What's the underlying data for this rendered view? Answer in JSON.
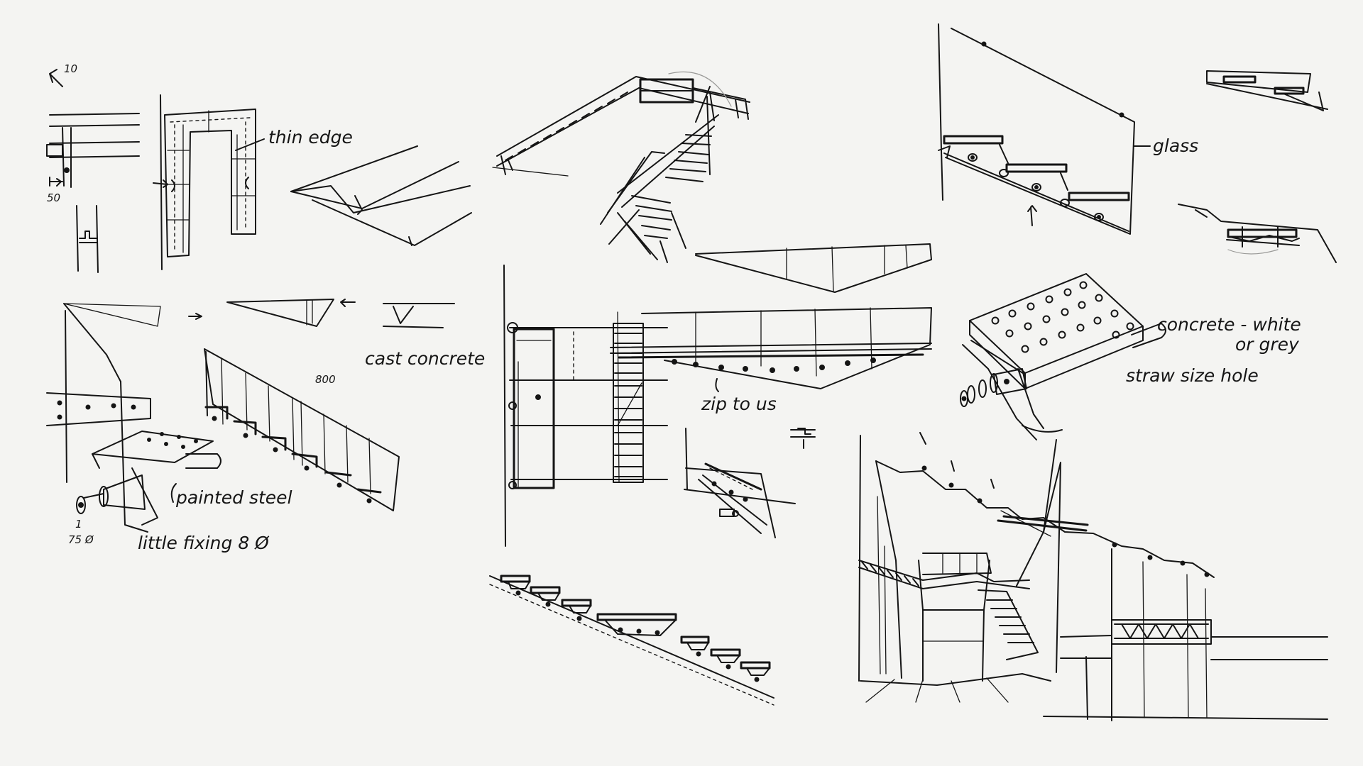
{
  "annotations": {
    "thin_edge": "thin edge",
    "dim_10": "10",
    "dim_50": "50",
    "dim_800": "800",
    "dim_75": "75 Ø",
    "cast_concrete": "cast concrete",
    "painted_steel": "painted steel",
    "little_fixing": "little fixing 8 Ø",
    "zip_to_us": "zip to us",
    "glass": "glass",
    "concrete_white_line1": "concrete - white",
    "concrete_white_line2": "or grey",
    "straw_size_hole": "straw size hole"
  }
}
